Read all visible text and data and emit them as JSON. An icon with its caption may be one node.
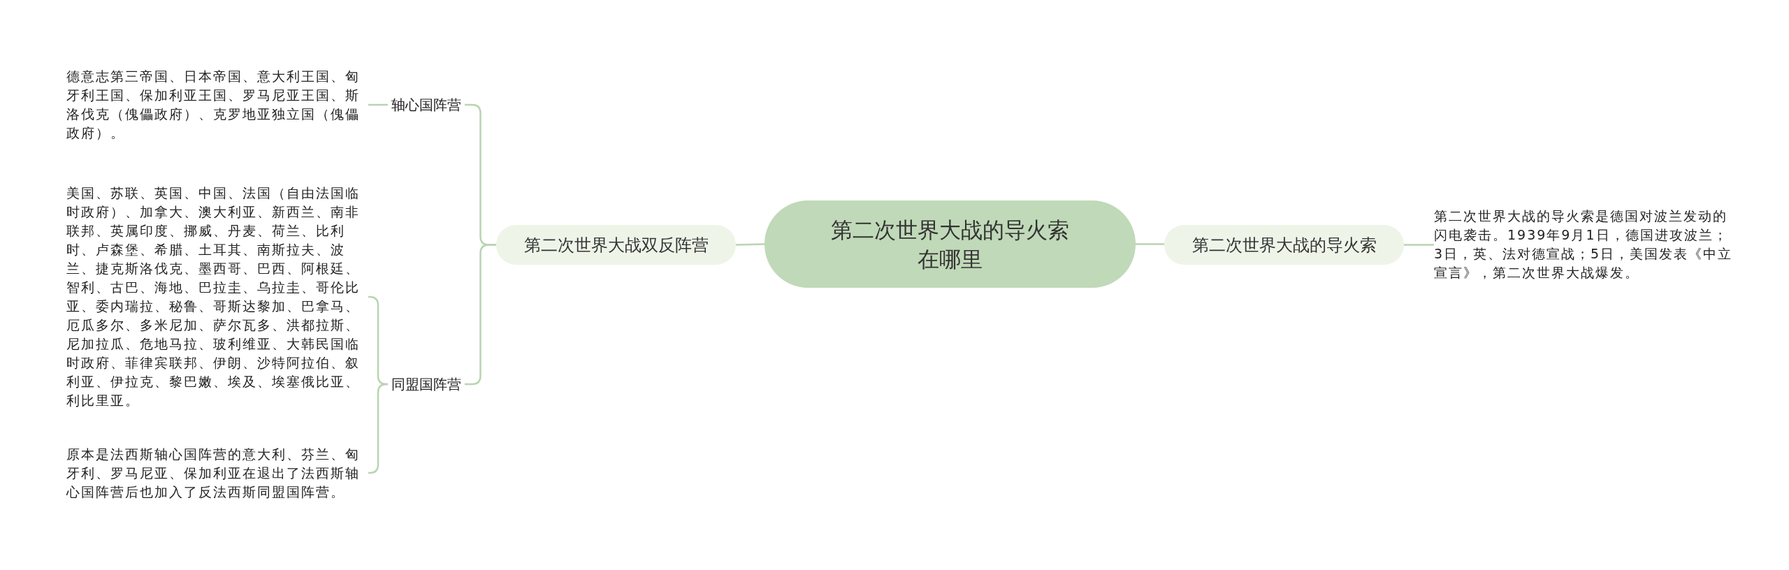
{
  "diagram": {
    "nodes": [
      {
        "text": [
          "第二次世界大战的导火索在哪里"
        ]
      },
      {
        "text": [
          "第二次世界大战双反阵营"
        ]
      },
      {
        "text": [
          "轴心国阵营"
        ]
      },
      {
        "text": [
          "德意志第三帝国、日本帝国、意大利王国、匈牙利王国、保加利亚王国、罗马尼亚王国、斯洛伐克（傀儡政府）、克罗地亚独立国（傀儡政府）。"
        ]
      },
      {
        "text": [
          "同盟国阵营"
        ]
      },
      {
        "text": [
          "美国、苏联、英国、中国、法国（自由法国临时政府）、加拿大、澳大利亚、新西兰、南非联邦、英属印度、挪威、丹麦、荷兰、比利时、卢森堡、希腊、土耳其、南斯拉夫、波兰、捷克斯洛伐克、墨西哥、巴西、阿根廷、智利、古巴、海地、巴拉圭、乌拉圭、哥伦比亚、委内瑞拉、秘鲁、哥斯达黎加、巴拿马、厄瓜多尔、多米尼加、萨尔瓦多、洪都拉斯、尼加拉瓜、危地马拉、玻利维亚、大韩民国临时政府、菲律宾联邦、伊朗、沙特阿拉伯、叙利亚、伊拉克、黎巴嫩、埃及、埃塞俄比亚、利比里亚。"
        ]
      },
      {
        "text": [
          "原本是法西斯轴心国阵营的意大利、芬兰、匈牙利、罗马尼亚、保加利亚在退出了法西斯轴心国阵营后也加入了反法西斯同盟国阵营。"
        ]
      },
      {
        "text": [
          "第二次世界大战的导火索"
        ]
      },
      {
        "text": [
          "第二次世界大战的导火索是德国对波兰发动的闪电袭击。1939年9月1日，德国进攻波兰；3日，英、法对德宣战；5日，美国发表《中立宣言》，第二次世界大战爆发。"
        ]
      }
    ],
    "edges": [
      {
        "from": 0,
        "to": 1,
        "arrow": "none"
      },
      {
        "from": 1,
        "to": 2,
        "arrow": "none"
      },
      {
        "from": 2,
        "to": 3,
        "arrow": "none"
      },
      {
        "from": 1,
        "to": 4,
        "arrow": "none"
      },
      {
        "from": 4,
        "to": 5,
        "arrow": "none"
      },
      {
        "from": 4,
        "to": 6,
        "arrow": "none"
      },
      {
        "from": 0,
        "to": 7,
        "arrow": "none"
      },
      {
        "from": 7,
        "to": 8,
        "arrow": "none"
      }
    ]
  }
}
